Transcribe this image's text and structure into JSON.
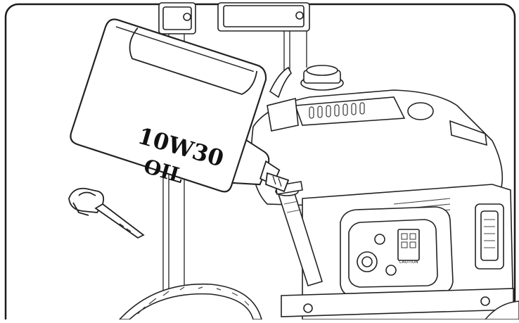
{
  "illustration": {
    "bottle_label_line1": "10W30",
    "bottle_label_line2": "OIL",
    "engine_warning_label": "CAUTION"
  },
  "colors": {
    "line": "#222222",
    "fill": "#ffffff",
    "panel_border": "#1a1a1a",
    "detail": "#555555"
  },
  "icons": [
    "oil-bottle-icon",
    "dipstick-icon",
    "engine-icon",
    "wheel-icon"
  ]
}
